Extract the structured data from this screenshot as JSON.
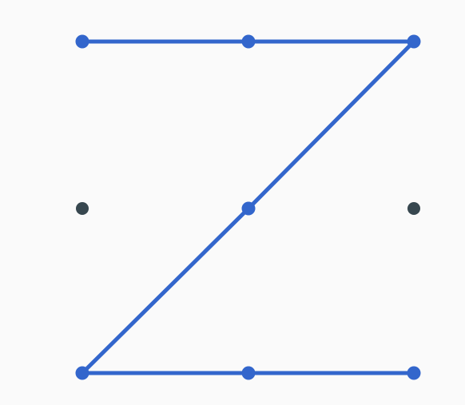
{
  "pattern_lock": {
    "grid": {
      "rows": 3,
      "cols": 3
    },
    "selected_sequence": [
      1,
      2,
      3,
      5,
      7,
      8,
      9
    ],
    "colors": {
      "background": "#fafafa",
      "selected": "#3366cc",
      "unselected": "#37474f",
      "line": "#3366cc"
    }
  }
}
